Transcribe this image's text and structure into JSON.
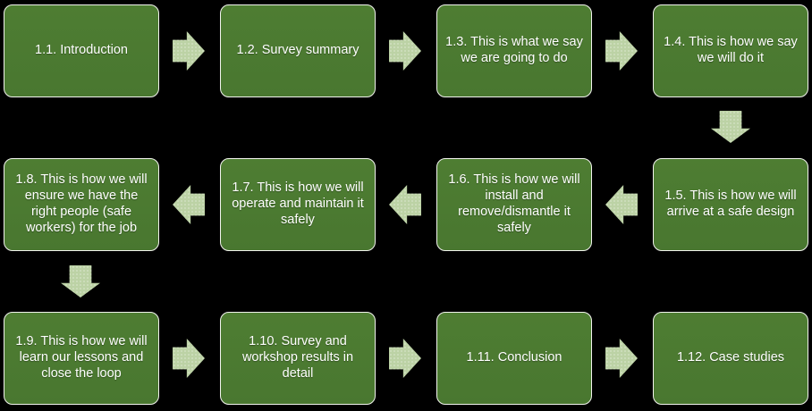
{
  "colors": {
    "background": "#000000",
    "box_fill": "#4e7d32",
    "box_fill_dark": "#497730",
    "box_border": "#f2f4ee",
    "box_text": "#ffffff",
    "arrow_fill": "#bcd2a5"
  },
  "boxes": [
    {
      "id": "1.1",
      "label": "1.1. Introduction"
    },
    {
      "id": "1.2",
      "label": "1.2. Survey summary"
    },
    {
      "id": "1.3",
      "label": "1.3. This is what we say we are going to do"
    },
    {
      "id": "1.4",
      "label": "1.4. This is how we say we will do it"
    },
    {
      "id": "1.5",
      "label": "1.5. This is how we will arrive at a safe design"
    },
    {
      "id": "1.6",
      "label": "1.6. This is how we will install and remove/dismantle it safely"
    },
    {
      "id": "1.7",
      "label": "1.7. This is how we will operate and maintain it safely"
    },
    {
      "id": "1.8",
      "label": "1.8. This is how we will ensure we have the right people (safe workers) for the job"
    },
    {
      "id": "1.9",
      "label": "1.9. This is how we will learn our lessons and close the loop"
    },
    {
      "id": "1.10",
      "label": "1.10. Survey and workshop results in detail"
    },
    {
      "id": "1.11",
      "label": "1.11. Conclusion"
    },
    {
      "id": "1.12",
      "label": "1.12. Case studies"
    }
  ],
  "connectors": [
    {
      "from": "1.1",
      "to": "1.2",
      "direction": "right"
    },
    {
      "from": "1.2",
      "to": "1.3",
      "direction": "right"
    },
    {
      "from": "1.3",
      "to": "1.4",
      "direction": "right"
    },
    {
      "from": "1.4",
      "to": "1.5",
      "direction": "down"
    },
    {
      "from": "1.5",
      "to": "1.6",
      "direction": "left"
    },
    {
      "from": "1.6",
      "to": "1.7",
      "direction": "left"
    },
    {
      "from": "1.7",
      "to": "1.8",
      "direction": "left"
    },
    {
      "from": "1.8",
      "to": "1.9",
      "direction": "down"
    },
    {
      "from": "1.9",
      "to": "1.10",
      "direction": "right"
    },
    {
      "from": "1.10",
      "to": "1.11",
      "direction": "right"
    },
    {
      "from": "1.11",
      "to": "1.12",
      "direction": "right"
    }
  ]
}
